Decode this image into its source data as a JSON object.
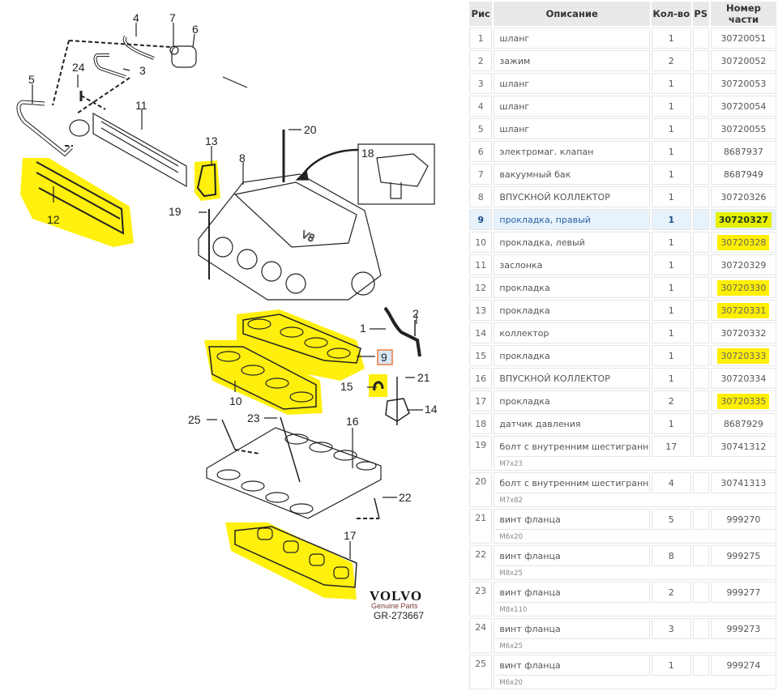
{
  "diagram": {
    "brand": "VOLVO",
    "brand_sub": "Genuine Parts",
    "drawing_code": "GR-273667",
    "engine_label": "V8",
    "callouts": [
      "1",
      "2",
      "3",
      "4",
      "5",
      "6",
      "7",
      "8",
      "9",
      "10",
      "11",
      "12",
      "13",
      "14",
      "15",
      "16",
      "17",
      "18",
      "19",
      "20",
      "21",
      "22",
      "23",
      "24",
      "25"
    ],
    "selected_callout": "9",
    "highlight_color": "#ffef00",
    "selected_box_color": "#f07a3a"
  },
  "table": {
    "headers": {
      "fig": "Рис",
      "description": "Описание",
      "qty": "Кол-во",
      "ps": "PS",
      "part_number": "Номер части"
    },
    "selected_row": "9",
    "rows": [
      {
        "fig": "1",
        "description": "шланг",
        "qty": "1",
        "ps": "",
        "part_number": "30720051",
        "highlighted": false
      },
      {
        "fig": "2",
        "description": "зажим",
        "qty": "2",
        "ps": "",
        "part_number": "30720052",
        "highlighted": false
      },
      {
        "fig": "3",
        "description": "шланг",
        "qty": "1",
        "ps": "",
        "part_number": "30720053",
        "highlighted": false
      },
      {
        "fig": "4",
        "description": "шланг",
        "qty": "1",
        "ps": "",
        "part_number": "30720054",
        "highlighted": false
      },
      {
        "fig": "5",
        "description": "шланг",
        "qty": "1",
        "ps": "",
        "part_number": "30720055",
        "highlighted": false
      },
      {
        "fig": "6",
        "description": "электромаг. клапан",
        "qty": "1",
        "ps": "",
        "part_number": "8687937",
        "highlighted": false
      },
      {
        "fig": "7",
        "description": "вакуумный бак",
        "qty": "1",
        "ps": "",
        "part_number": "8687949",
        "highlighted": false
      },
      {
        "fig": "8",
        "description": "ВПУСКНОЙ КОЛЛЕКТОР",
        "qty": "1",
        "ps": "",
        "part_number": "30720326",
        "highlighted": false
      },
      {
        "fig": "9",
        "description": "прокладка, правый",
        "qty": "1",
        "ps": "",
        "part_number": "30720327",
        "highlighted": true
      },
      {
        "fig": "10",
        "description": "прокладка, левый",
        "qty": "1",
        "ps": "",
        "part_number": "30720328",
        "highlighted": true
      },
      {
        "fig": "11",
        "description": "заслонка",
        "qty": "1",
        "ps": "",
        "part_number": "30720329",
        "highlighted": false
      },
      {
        "fig": "12",
        "description": "прокладка",
        "qty": "1",
        "ps": "",
        "part_number": "30720330",
        "highlighted": true
      },
      {
        "fig": "13",
        "description": "прокладка",
        "qty": "1",
        "ps": "",
        "part_number": "30720331",
        "highlighted": true
      },
      {
        "fig": "14",
        "description": "коллектор",
        "qty": "1",
        "ps": "",
        "part_number": "30720332",
        "highlighted": false
      },
      {
        "fig": "15",
        "description": "прокладка",
        "qty": "1",
        "ps": "",
        "part_number": "30720333",
        "highlighted": true
      },
      {
        "fig": "16",
        "description": "ВПУСКНОЙ КОЛЛЕКТОР",
        "qty": "1",
        "ps": "",
        "part_number": "30720334",
        "highlighted": false
      },
      {
        "fig": "17",
        "description": "прокладка",
        "qty": "2",
        "ps": "",
        "part_number": "30720335",
        "highlighted": true
      },
      {
        "fig": "18",
        "description": "датчик давления",
        "qty": "1",
        "ps": "",
        "part_number": "8687929",
        "highlighted": false
      },
      {
        "fig": "19",
        "description": "болт с внутренним шестиграннико",
        "qty": "17",
        "ps": "",
        "part_number": "30741312",
        "note": "M7x23",
        "highlighted": false
      },
      {
        "fig": "20",
        "description": "болт с внутренним шестиграннико",
        "qty": "4",
        "ps": "",
        "part_number": "30741313",
        "note": "M7x82",
        "highlighted": false
      },
      {
        "fig": "21",
        "description": "винт фланца",
        "qty": "5",
        "ps": "",
        "part_number": "999270",
        "note": "M6x20",
        "highlighted": false
      },
      {
        "fig": "22",
        "description": "винт фланца",
        "qty": "8",
        "ps": "",
        "part_number": "999275",
        "note": "M8x25",
        "highlighted": false
      },
      {
        "fig": "23",
        "description": "винт фланца",
        "qty": "2",
        "ps": "",
        "part_number": "999277",
        "note": "M8x110",
        "highlighted": false
      },
      {
        "fig": "24",
        "description": "винт фланца",
        "qty": "3",
        "ps": "",
        "part_number": "999273",
        "note": "M6x25",
        "highlighted": false
      },
      {
        "fig": "25",
        "description": "винт фланца",
        "qty": "1",
        "ps": "",
        "part_number": "999274",
        "note": "M6x20",
        "highlighted": false
      }
    ]
  }
}
